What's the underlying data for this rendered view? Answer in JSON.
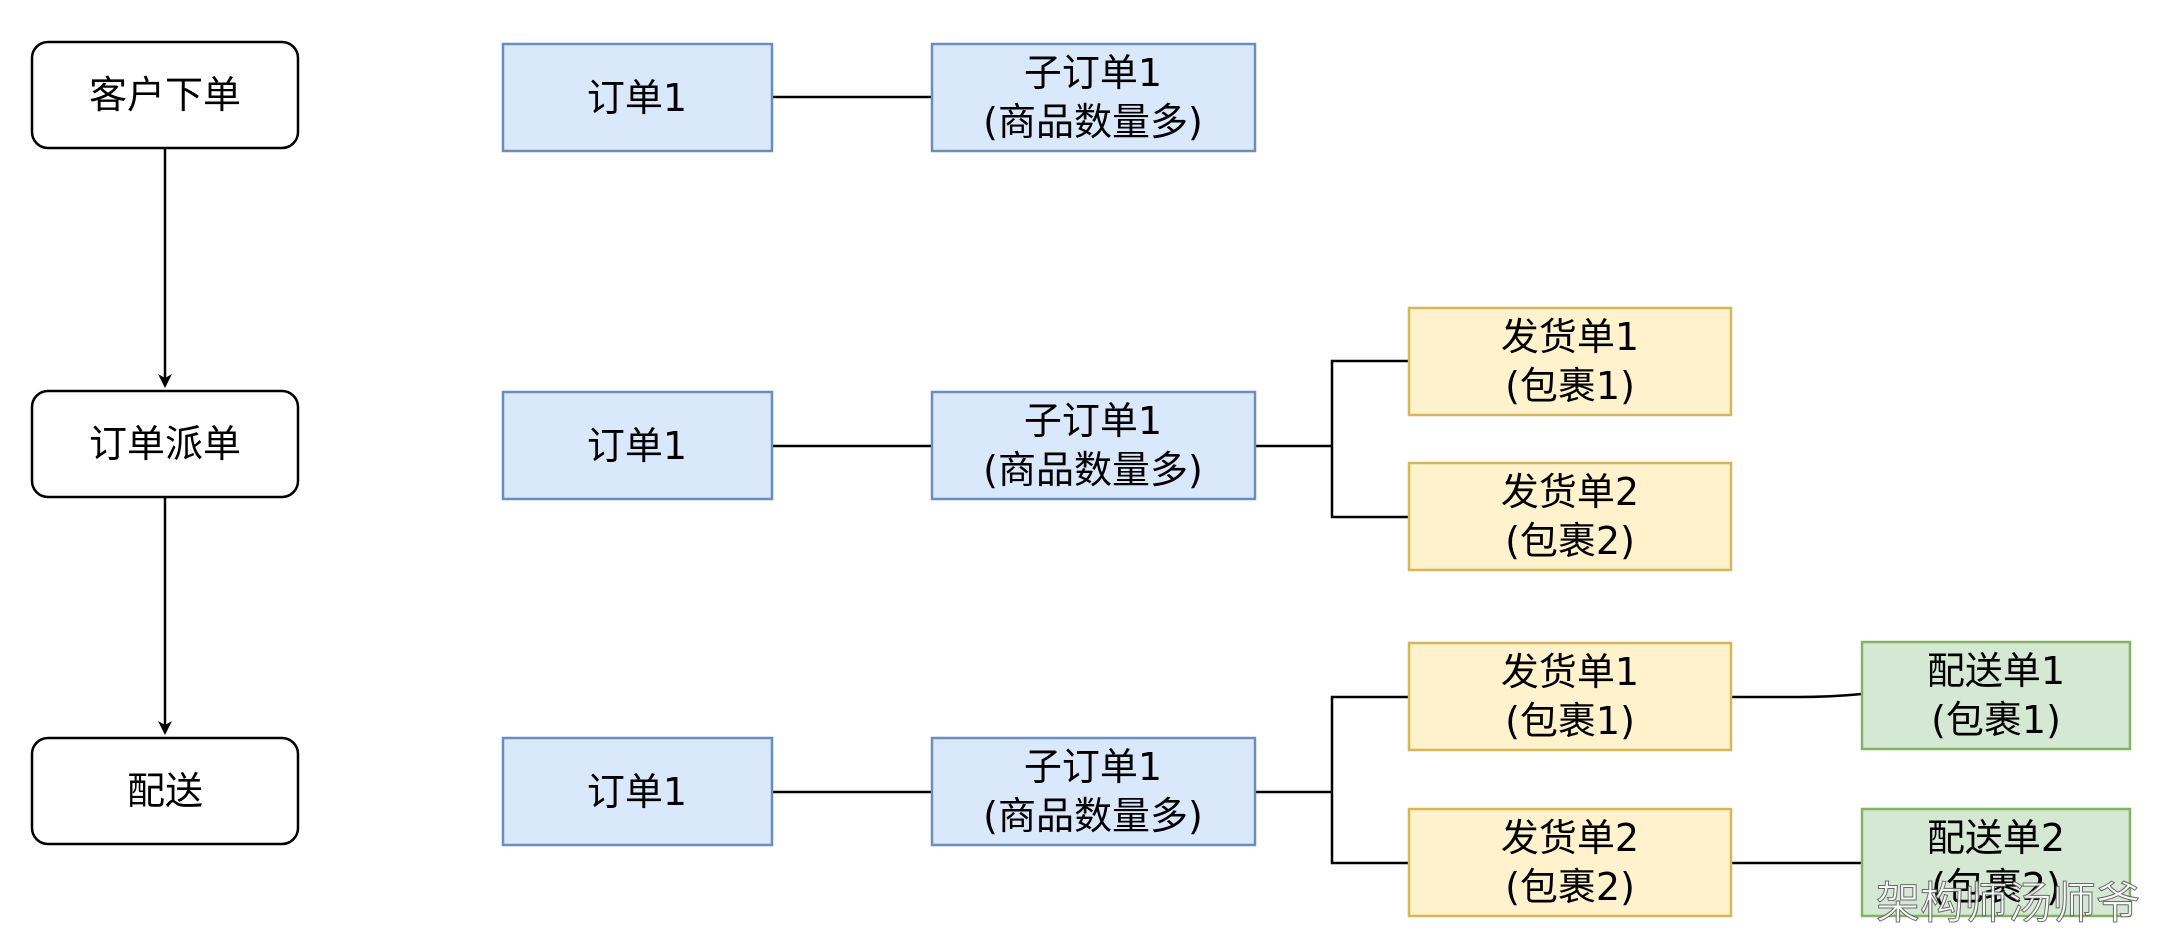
{
  "colors": {
    "order": {
      "fill": "#dae8fc",
      "stroke": "#6c8ebf"
    },
    "shipment": {
      "fill": "#fff2cc",
      "stroke": "#d6b656"
    },
    "delivery": {
      "fill": "#d5e8d4",
      "stroke": "#82b366"
    },
    "step": {
      "fill": "#ffffff",
      "stroke": "#000000"
    },
    "line": "#000000"
  },
  "flow": {
    "steps": [
      "客户下单",
      "订单派单",
      "配送"
    ]
  },
  "rows": [
    {
      "order": "订单1",
      "sub_order": [
        "子订单1",
        "(商品数量多)"
      ]
    },
    {
      "order": "订单1",
      "sub_order": [
        "子订单1",
        "(商品数量多)"
      ],
      "shipments": [
        [
          "发货单1",
          "(包裹1)"
        ],
        [
          "发货单2",
          "(包裹2)"
        ]
      ]
    },
    {
      "order": "订单1",
      "sub_order": [
        "子订单1",
        "(商品数量多)"
      ],
      "shipments": [
        [
          "发货单1",
          "(包裹1)"
        ],
        [
          "发货单2",
          "(包裹2)"
        ]
      ],
      "deliveries": [
        [
          "配送单1",
          "(包裹1)"
        ],
        [
          "配送单2",
          "(包裹2)"
        ]
      ]
    }
  ],
  "watermark": "架构师汤师爷"
}
